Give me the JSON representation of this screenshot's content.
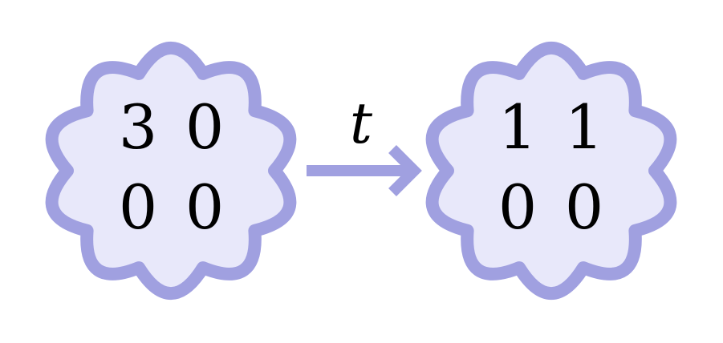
{
  "colors": {
    "cloud_fill": "#e8e8fa",
    "cloud_stroke": "#a0a0e0",
    "edge": "#a0a0e0",
    "text": "#000000"
  },
  "states": [
    {
      "rows": [
        [
          "3",
          "0"
        ],
        [
          "0",
          "0"
        ]
      ]
    },
    {
      "rows": [
        [
          "1",
          "1"
        ],
        [
          "0",
          "0"
        ]
      ]
    }
  ],
  "transition": {
    "label": "t"
  }
}
